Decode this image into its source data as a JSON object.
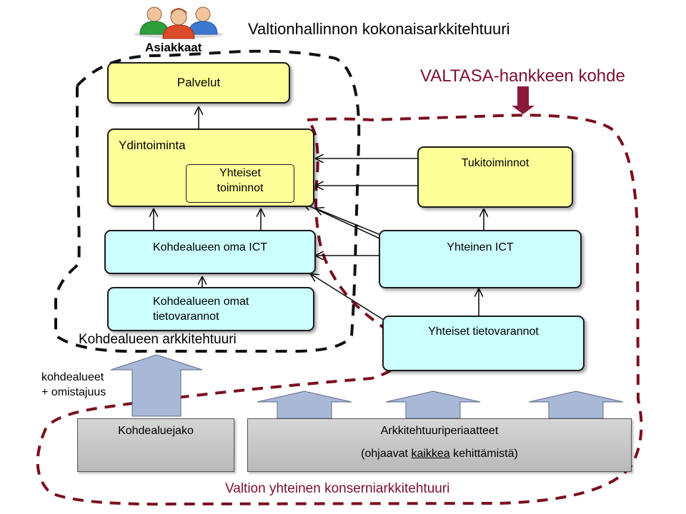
{
  "header": {
    "title": "Valtionhallinnon kokonaisarkkitehtuuri",
    "customers_label": "Asiakkaat",
    "project_scope_label": "VALTASA-hankkeen kohde"
  },
  "boxes": {
    "services": "Palvelut",
    "core_operations": "Ydintoiminta",
    "shared_operations_line1": "Yhteiset",
    "shared_operations_line2": "toiminnot",
    "support_operations": "Tukitoiminnot",
    "domain_ict": "Kohdealueen oma ICT",
    "shared_ict": "Yhteinen ICT",
    "domain_data_line1": "Kohdealueen omat",
    "domain_data_line2": "tietovarannot",
    "shared_data": "Yhteiset tietovarannot"
  },
  "labels": {
    "domain_architecture": "Kohdealueen arkkitehtuuri",
    "domains_ownership_line1": "kohdealueet",
    "domains_ownership_line2": "+ omistajuus",
    "domain_division": "Kohdealuejako",
    "principles_title": "Arkkitehtuuriperiaatteet",
    "principles_prefix": "(ohjaavat ",
    "principles_emphasis": "kaikkea",
    "principles_suffix": " kehittämistä)",
    "enterprise_architecture": "Valtion yhteinen konserniarkkitehtuuri"
  },
  "colors": {
    "box_yellow": "#ffff99",
    "box_cyan": "#ccffff",
    "dashed_black": "#111111",
    "dashed_red": "#7a1020",
    "scope_arrow": "#8b1a3a",
    "big_arrow": "#a9b8d6",
    "title_text": "#000000",
    "scope_text": "#7a1030"
  },
  "icons": [
    "people-group-icon",
    "down-arrow-icon"
  ]
}
